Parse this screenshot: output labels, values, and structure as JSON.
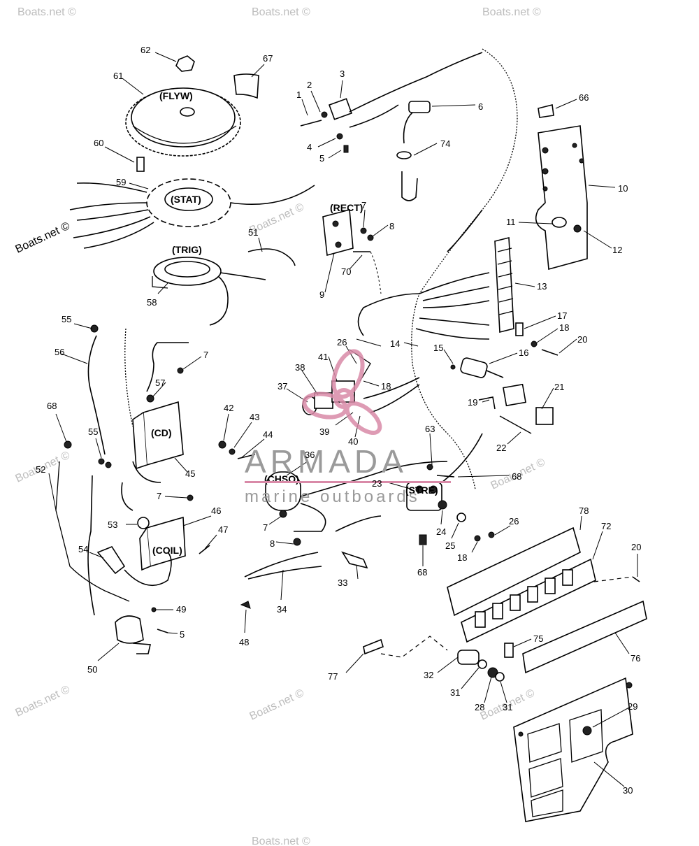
{
  "diagram": {
    "component_tags": {
      "flyw": "(FLYW)",
      "stat": "(STAT)",
      "trig": "(TRIG)",
      "rect": "(RECT)",
      "cd": "(CD)",
      "chso": "(CHSO)",
      "coil": "(COIL)",
      "stre": "(STRE)"
    },
    "part_numbers": {
      "p1": "1",
      "p2": "2",
      "p3": "3",
      "p4": "4",
      "p5a": "5",
      "p5b": "5",
      "p6": "6",
      "p7a": "7",
      "p7b": "7",
      "p7c": "7",
      "p7d": "7",
      "p8a": "8",
      "p8b": "8",
      "p9": "9",
      "p10": "10",
      "p11": "11",
      "p12": "12",
      "p13": "13",
      "p14": "14",
      "p15": "15",
      "p16": "16",
      "p17": "17",
      "p18a": "18",
      "p18b": "18",
      "p18c": "18",
      "p19": "19",
      "p20a": "20",
      "p20b": "20",
      "p21": "21",
      "p22": "22",
      "p23": "23",
      "p24": "24",
      "p25": "25",
      "p26a": "26",
      "p26b": "26",
      "p28": "28",
      "p29": "29",
      "p30": "30",
      "p31a": "31",
      "p31b": "31",
      "p32": "32",
      "p33": "33",
      "p34": "34",
      "p36": "36",
      "p37": "37",
      "p38": "38",
      "p39": "39",
      "p40": "40",
      "p41": "41",
      "p42": "42",
      "p43": "43",
      "p44": "44",
      "p45": "45",
      "p46": "46",
      "p47": "47",
      "p48": "48",
      "p49": "49",
      "p50": "50",
      "p51": "51",
      "p52": "52",
      "p53": "53",
      "p54": "54",
      "p55a": "55",
      "p55b": "55",
      "p56": "56",
      "p57": "57",
      "p58": "58",
      "p59": "59",
      "p60": "60",
      "p61": "61",
      "p62": "62",
      "p63": "63",
      "p66": "66",
      "p67": "67",
      "p68a": "68",
      "p68b": "68",
      "p68c": "68",
      "p70": "70",
      "p72": "72",
      "p74": "74",
      "p75": "75",
      "p76": "76",
      "p77": "77",
      "p78": "78"
    },
    "watermarks": {
      "w1": "Boats.net ©",
      "w2": "Boats.net ©",
      "w3": "Boats.net ©",
      "w4": "Boats.net ©",
      "w5": "Boats.net ©",
      "w6": "Boats.net ©",
      "w7": "Boats.net ©",
      "w8": "Boats.net ©",
      "w9": "Boats.net ©",
      "w10": "Boats.net ©",
      "w11": "Boats.net ©"
    },
    "brand": {
      "name": "ARMADA",
      "subtitle": "marine outboards",
      "logo_color": "#d98aa8"
    }
  }
}
